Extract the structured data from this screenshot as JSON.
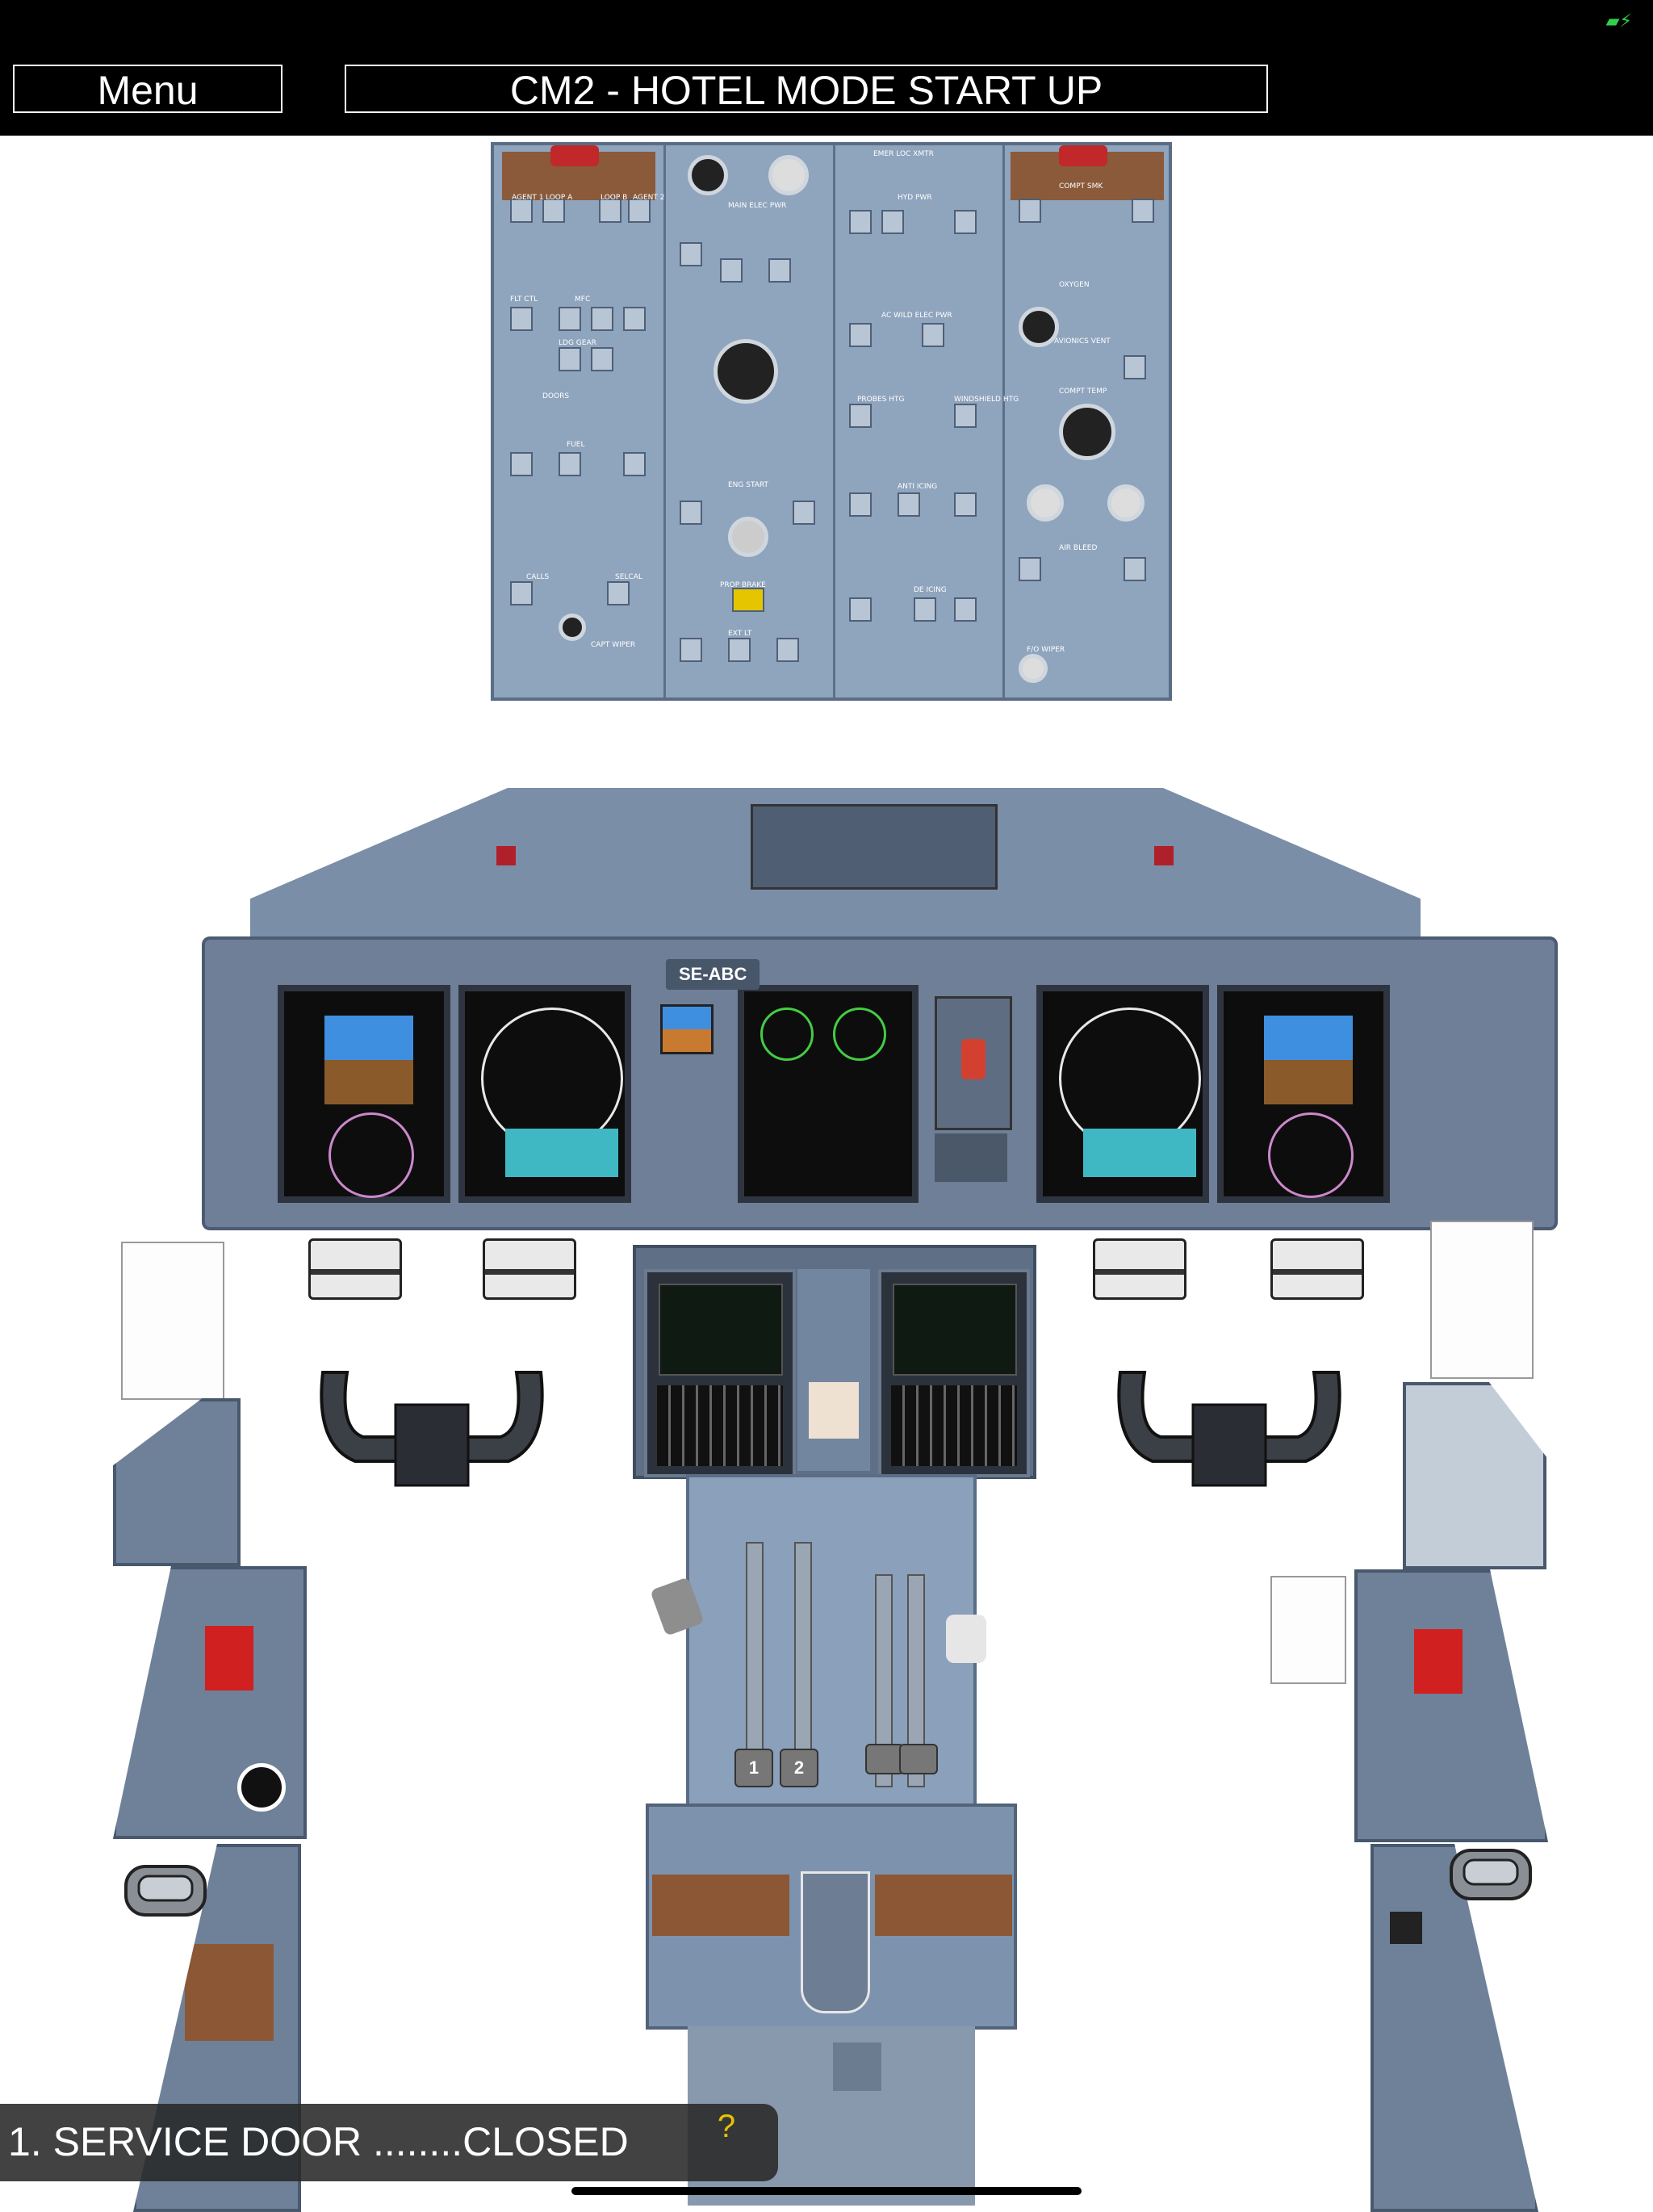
{
  "status_bar": {
    "battery_icon": "battery-charging-icon",
    "battery_color": "#2fd24a"
  },
  "header": {
    "menu_label": "Menu",
    "title": "CM2 - HOTEL MODE START UP"
  },
  "overhead_panel": {
    "labels": [
      "AGENT 1",
      "LOOP A",
      "LOOP B",
      "AGENT 2",
      "MAIN ELEC PWR",
      "HYD PWR",
      "AC WILD ELEC PWR",
      "ENG START",
      "PROP BRAKE",
      "EXT LT",
      "ANTI ICING",
      "DE ICING",
      "OXYGEN",
      "COMPT SMK",
      "AVIONICS VENT",
      "COMPT TEMP",
      "AIR BLEED",
      "F/O WIPER",
      "CAPT WIPER",
      "CALLS",
      "SELCAL",
      "FUEL",
      "LDG GEAR",
      "DOORS",
      "FLT CTL",
      "MFC",
      "EMER LOC XMTR",
      "PROBES HTG",
      "WINDSHIELD HTG"
    ]
  },
  "main_panel": {
    "registration": "SE-ABC"
  },
  "current_step": {
    "text": "1. SERVICE DOOR ........CLOSED",
    "help_icon": "question-mark-icon",
    "help_label": "?"
  }
}
